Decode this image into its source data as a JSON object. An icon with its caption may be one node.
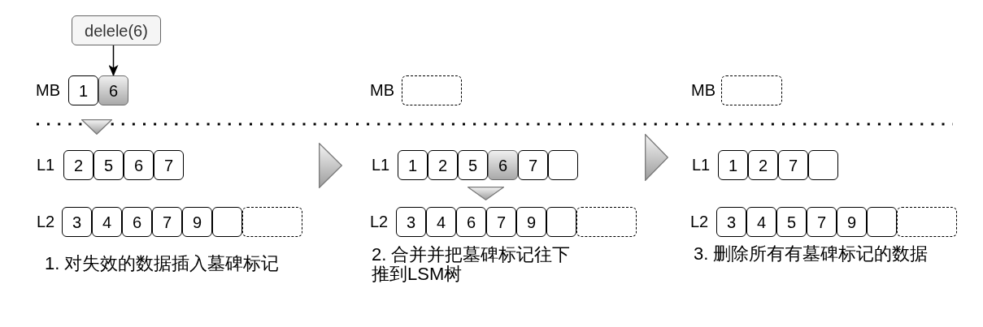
{
  "diagram": {
    "nodes": [
      {
        "text": [
          "delele(6)"
        ]
      },
      {
        "text": [
          "1"
        ]
      },
      {
        "text": [
          "6"
        ]
      },
      {
        "text": [],
        "shape": "triangle"
      },
      {
        "text": [
          "2"
        ]
      },
      {
        "text": [
          "5"
        ]
      },
      {
        "text": [
          "6"
        ]
      },
      {
        "text": [
          "7"
        ]
      },
      {
        "text": [
          "3"
        ]
      },
      {
        "text": [
          "4"
        ]
      },
      {
        "text": [
          "6"
        ]
      },
      {
        "text": [
          "7"
        ]
      },
      {
        "text": [
          "9"
        ]
      },
      {
        "text": [],
        "shape": "box"
      },
      {
        "text": [],
        "shape": "box"
      },
      {
        "text": [],
        "shape": "triangle"
      },
      {
        "text": [],
        "shape": "box"
      },
      {
        "text": [
          "1"
        ]
      },
      {
        "text": [
          "2"
        ]
      },
      {
        "text": [
          "5"
        ]
      },
      {
        "text": [
          "6"
        ]
      },
      {
        "text": [
          "7"
        ]
      },
      {
        "text": [],
        "shape": "box"
      },
      {
        "text": [],
        "shape": "triangle"
      },
      {
        "text": [
          "3"
        ]
      },
      {
        "text": [
          "4"
        ]
      },
      {
        "text": [
          "6"
        ]
      },
      {
        "text": [
          "7"
        ]
      },
      {
        "text": [
          "9"
        ]
      },
      {
        "text": [],
        "shape": "box"
      },
      {
        "text": [],
        "shape": "box"
      },
      {
        "text": [],
        "shape": "triangle"
      },
      {
        "text": [],
        "shape": "box"
      },
      {
        "text": [
          "1"
        ]
      },
      {
        "text": [
          "2"
        ]
      },
      {
        "text": [
          "7"
        ]
      },
      {
        "text": [],
        "shape": "box"
      },
      {
        "text": [
          "3"
        ]
      },
      {
        "text": [
          "4"
        ]
      },
      {
        "text": [
          "5"
        ]
      },
      {
        "text": [
          "7"
        ]
      },
      {
        "text": [
          "9"
        ]
      },
      {
        "text": [],
        "shape": "box"
      },
      {
        "text": [],
        "shape": "box"
      }
    ],
    "edges": [
      {
        "from": 0,
        "to": 2,
        "arrow": "to"
      }
    ],
    "labels": [
      "MB",
      "L1",
      "L2",
      "1. 对失效的数据插入墓碑标记",
      "MB",
      "L1",
      "L2",
      "2. 合并并把墓碑标记往下推到LSM树",
      "MB",
      "L1",
      "L2",
      "3. 删除所有有墓碑标记的数据"
    ]
  }
}
